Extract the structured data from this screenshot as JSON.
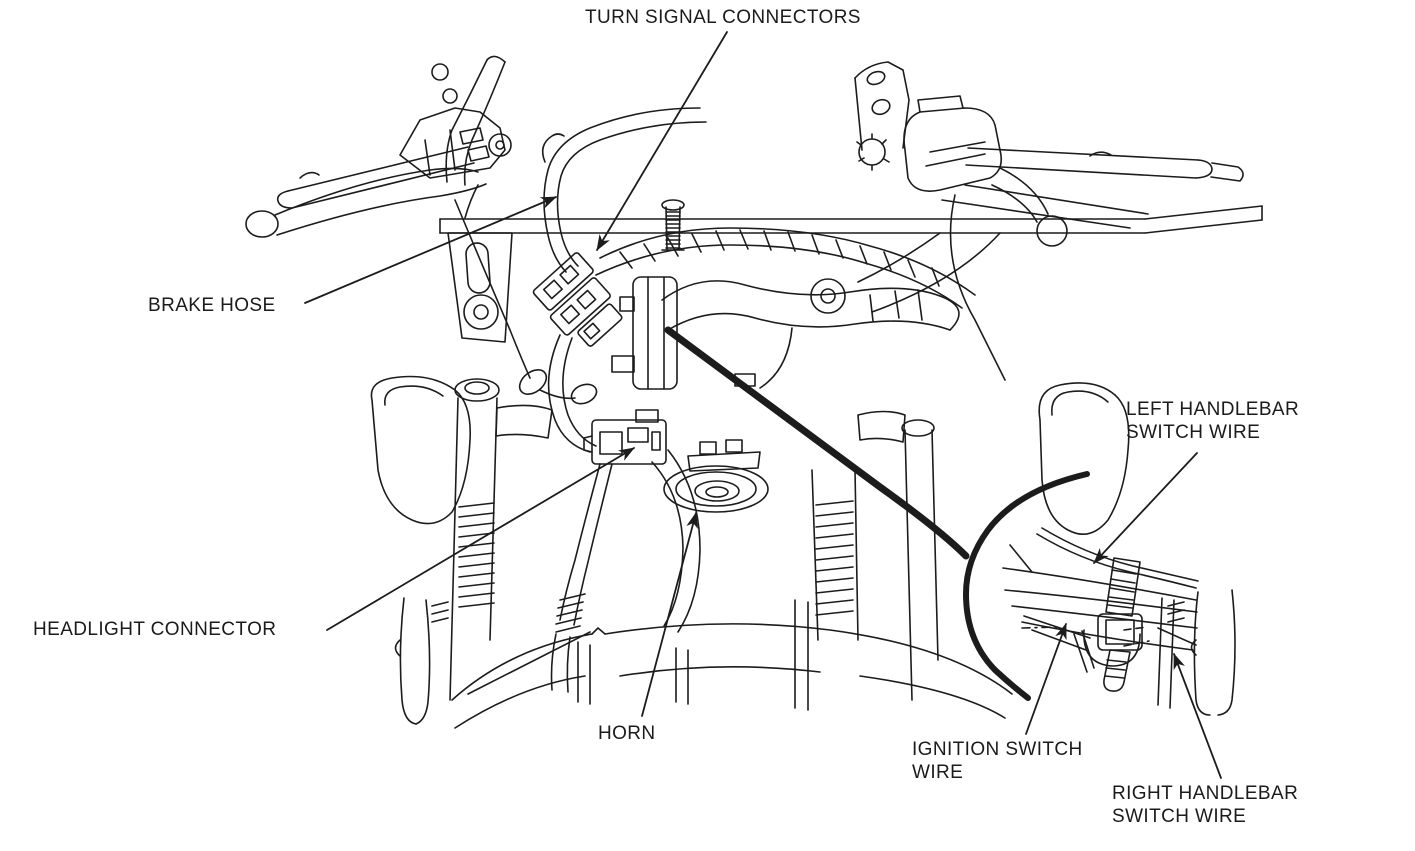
{
  "diagram": {
    "background": "#ffffff",
    "ink": "#1c1c1c",
    "labels": {
      "turn_signal_connectors": "TURN SIGNAL CONNECTORS",
      "brake_hose": "BRAKE HOSE",
      "headlight_connector": "HEADLIGHT CONNECTOR",
      "horn": "HORN",
      "left_handlebar_switch_wire": "LEFT HANDLEBAR\nSWITCH WIRE",
      "ignition_switch_wire": "IGNITION SWITCH\nWIRE",
      "right_handlebar_switch_wire": "RIGHT HANDLEBAR\nSWITCH WIRE"
    }
  }
}
